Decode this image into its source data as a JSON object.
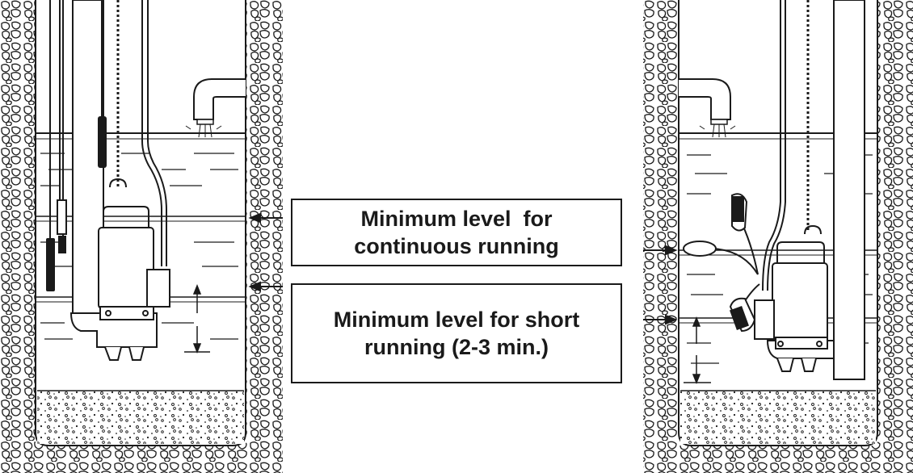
{
  "colors": {
    "ink": "#1a1a1a",
    "background": "#ffffff",
    "water_line": "#1a1a1a"
  },
  "labels": {
    "continuous": {
      "line1": "Minimum level  for",
      "line2": "continuous running"
    },
    "short": {
      "line1": "Minimum level for short",
      "line2": "running (2-3 min.)"
    }
  },
  "icons": [
    "rock-wall-texture",
    "gravel-bed-texture",
    "submersible-pump-icon",
    "float-switch-icon",
    "discharge-pipe-icon",
    "level-arrow-icon"
  ]
}
